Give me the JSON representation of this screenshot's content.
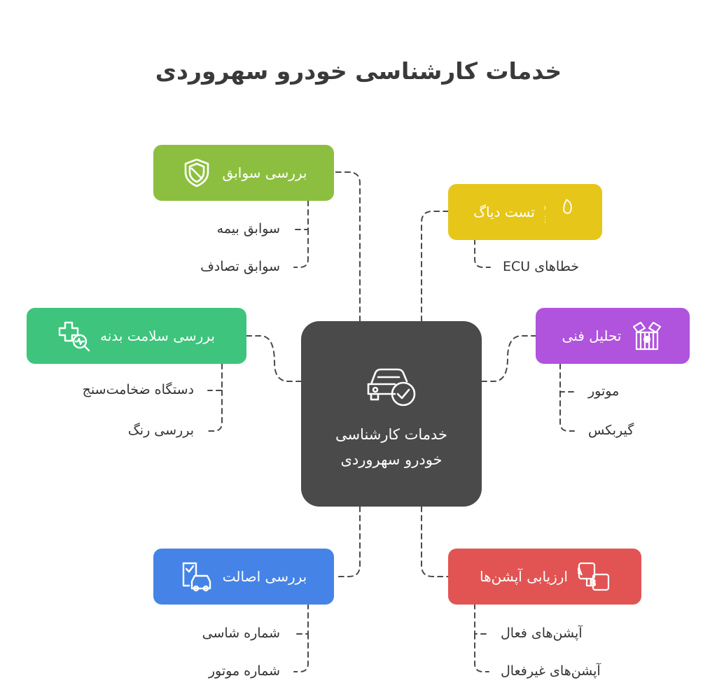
{
  "title": "خدمات کارشناسی خودرو سهروردی",
  "center": {
    "label": "خدمات کارشناسی خودرو سهروردی",
    "icon": "car-check-icon",
    "color": "#4a4a4a"
  },
  "nodes": {
    "history": {
      "label": "بررسی سوابق",
      "icon": "shield-icon",
      "color": "#8cbf3f",
      "items": [
        "سوابق بیمه",
        "سوابق تصادف"
      ]
    },
    "diag": {
      "label": "تست دیاگ",
      "icon": "adblue-icon",
      "color": "#e6c619",
      "items": [
        "خطاهای ECU"
      ]
    },
    "body": {
      "label": "بررسی سلامت بدنه",
      "icon": "health-check-icon",
      "color": "#3ec47d",
      "items": [
        "دستگاه ضخامت‌سنج",
        "بررسی رنگ"
      ]
    },
    "tech": {
      "label": "تحلیل فنی",
      "icon": "engine-icon",
      "color": "#b053dd",
      "items": [
        "موتور",
        "گیربکس"
      ]
    },
    "auth": {
      "label": "بررسی اصالت",
      "icon": "car-document-icon",
      "color": "#4584e6",
      "items": [
        "شماره شاسی",
        "شماره موتور"
      ]
    },
    "options": {
      "label": "ارزیابی آپشن‌ها",
      "icon": "ab-test-icon",
      "color": "#e25454",
      "items": [
        "آپشن‌های فعال",
        "آپشن‌های غیرفعال"
      ]
    }
  }
}
